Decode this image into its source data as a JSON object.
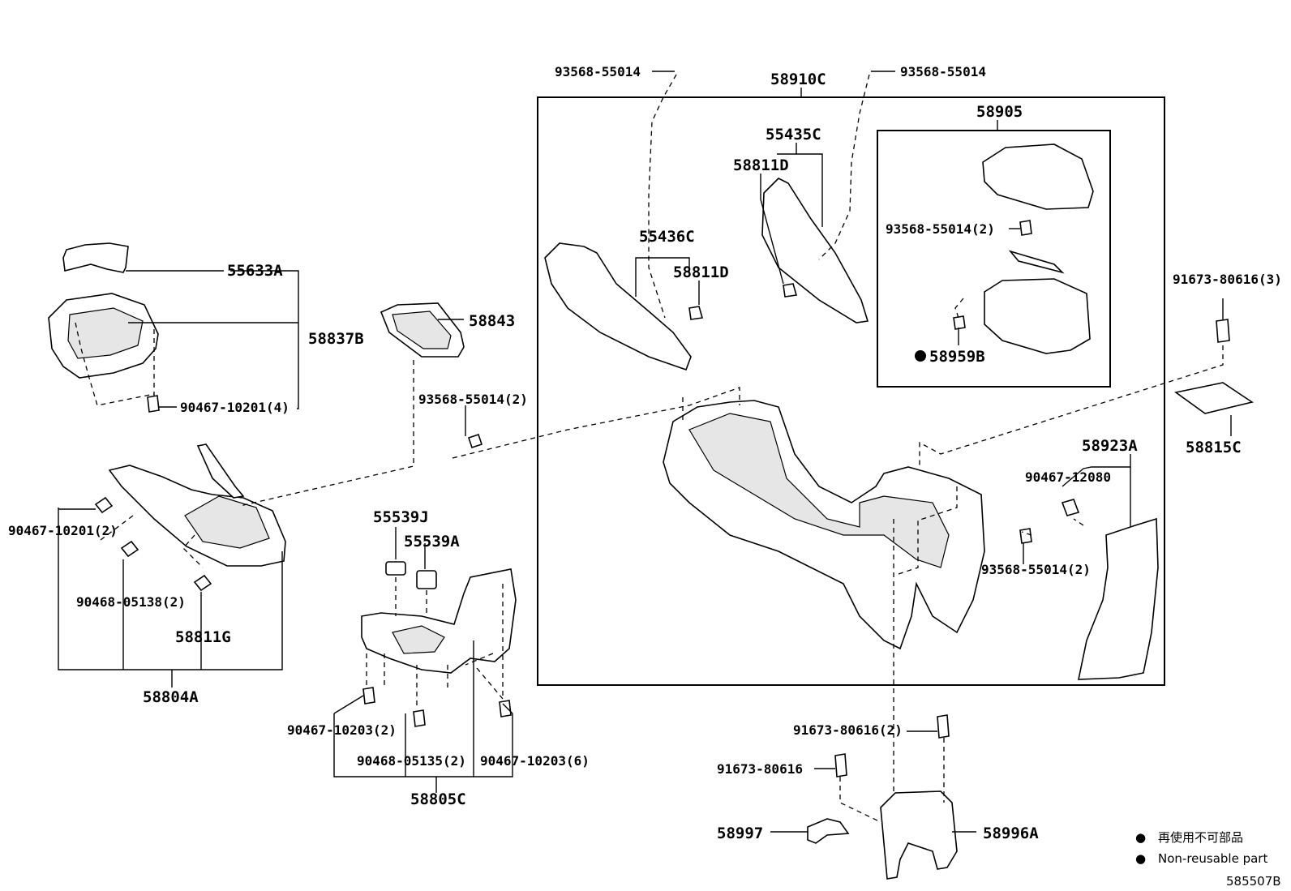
{
  "diagram": {
    "labels": {
      "p93568_55014_top_left": "93568-55014",
      "p93568_55014_top_right": "93568-55014",
      "p58910C": "58910C",
      "p58905": "58905",
      "p55435C": "55435C",
      "p58811D_top": "58811D",
      "p55436C": "55436C",
      "p58811D_mid": "58811D",
      "p93568_55014_2_box": "93568-55014(2)",
      "p58959B": "58959B",
      "p91673_80616_3": "91673-80616(3)",
      "p58815C": "58815C",
      "p55633A": "55633A",
      "p58837B": "58837B",
      "p90467_10201_4": "90467-10201(4)",
      "p58843": "58843",
      "p93568_55014_2_mid": "93568-55014(2)",
      "p90467_10201_2": "90467-10201(2)",
      "p90468_05138_2": "90468-05138(2)",
      "p58811G": "58811G",
      "p58804A": "58804A",
      "p55539J": "55539J",
      "p55539A": "55539A",
      "p90467_10203_2": "90467-10203(2)",
      "p90468_05135_2": "90468-05135(2)",
      "p90467_10203_6": "90467-10203(6)",
      "p58805C": "58805C",
      "p58923A": "58923A",
      "p90467_12080": "90467-12080",
      "p93568_55014_2_right": "93568-55014(2)",
      "p91673_80616_2": "91673-80616(2)",
      "p91673_80616": "91673-80616",
      "p58997": "58997",
      "p58996A": "58996A"
    },
    "legend": {
      "bullet": "●",
      "japanese": "再使用不可部品",
      "english": "Non-reusable part"
    },
    "figure_code": "585507B"
  }
}
